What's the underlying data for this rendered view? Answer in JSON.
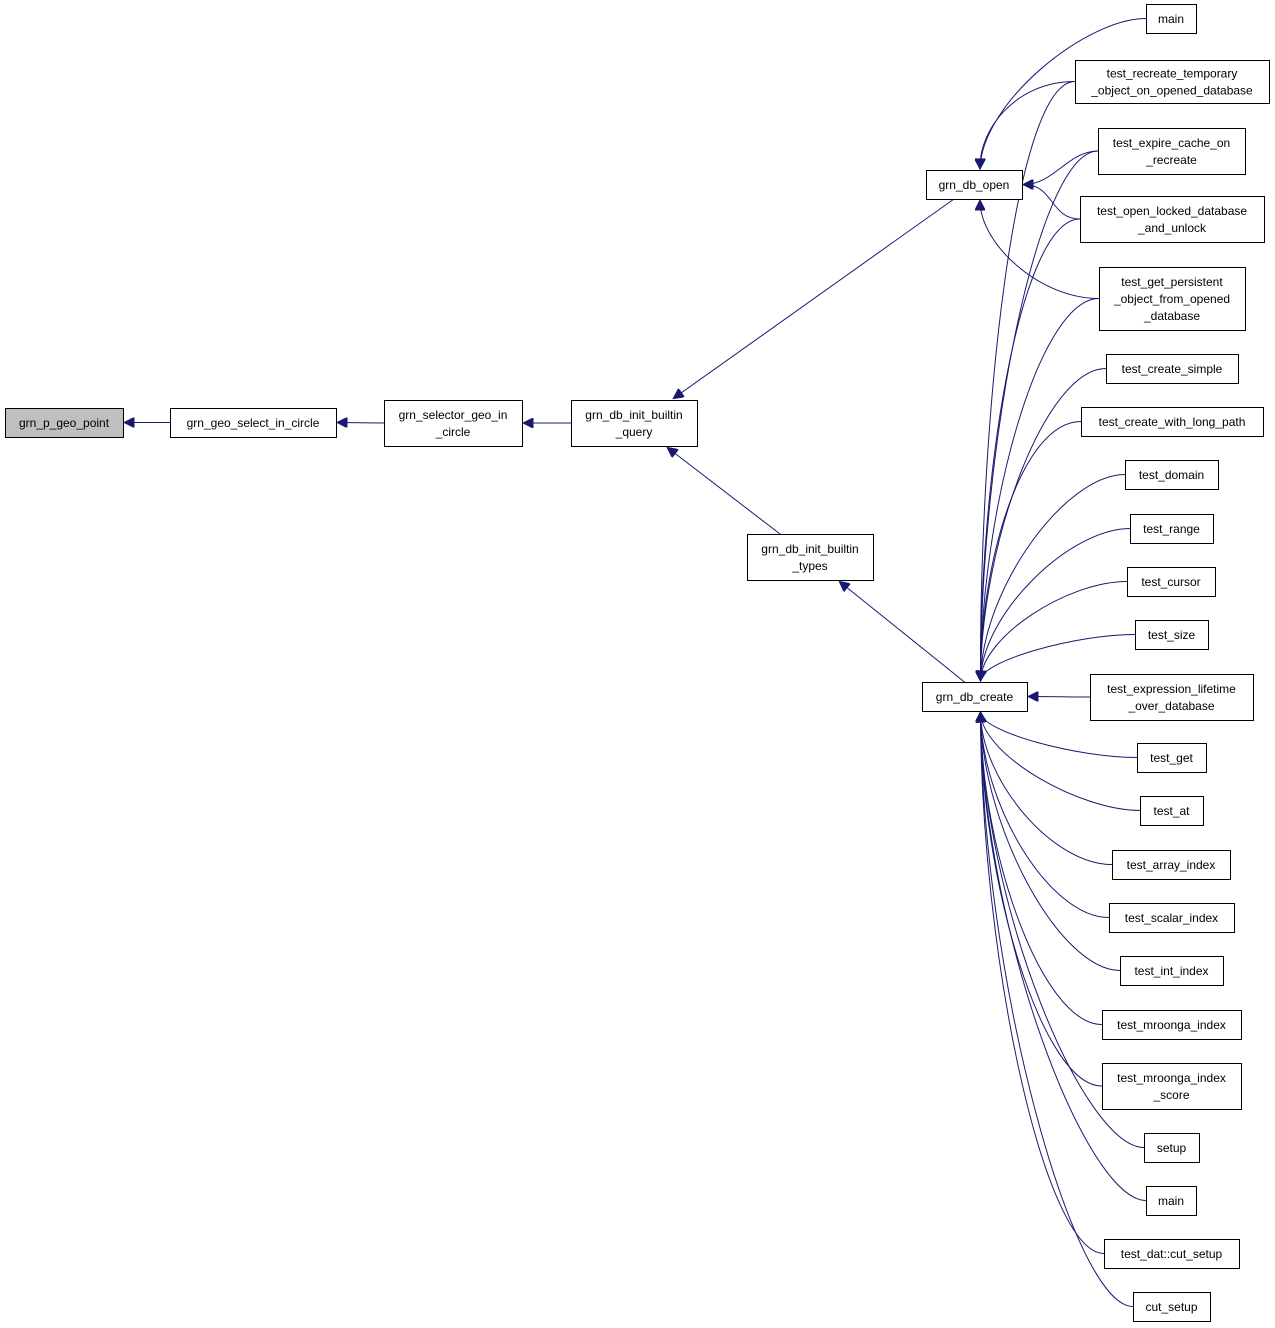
{
  "nodes": [
    {
      "id": "grn_p_geo_point",
      "lines": [
        "grn_p_geo_point"
      ],
      "focus": true
    },
    {
      "id": "grn_geo_select_in_circle",
      "lines": [
        "grn_geo_select_in_circle"
      ]
    },
    {
      "id": "grn_selector_geo_in_circle",
      "lines": [
        "grn_selector_geo_in",
        "_circle"
      ]
    },
    {
      "id": "grn_db_init_builtin_query",
      "lines": [
        "grn_db_init_builtin",
        "_query"
      ]
    },
    {
      "id": "grn_db_init_builtin_types",
      "lines": [
        "grn_db_init_builtin",
        "_types"
      ]
    },
    {
      "id": "grn_db_open",
      "lines": [
        "grn_db_open"
      ]
    },
    {
      "id": "grn_db_create",
      "lines": [
        "grn_db_create"
      ]
    },
    {
      "id": "main_1",
      "lines": [
        "main"
      ]
    },
    {
      "id": "test_recreate_temporary",
      "lines": [
        "test_recreate_temporary",
        "_object_on_opened_database"
      ]
    },
    {
      "id": "test_expire_cache_on_recreate",
      "lines": [
        "test_expire_cache_on",
        "_recreate"
      ]
    },
    {
      "id": "test_open_locked_database_and_unlock",
      "lines": [
        "test_open_locked_database",
        "_and_unlock"
      ]
    },
    {
      "id": "test_get_persistent",
      "lines": [
        "test_get_persistent",
        "_object_from_opened",
        "_database"
      ]
    },
    {
      "id": "test_create_simple",
      "lines": [
        "test_create_simple"
      ]
    },
    {
      "id": "test_create_with_long_path",
      "lines": [
        "test_create_with_long_path"
      ]
    },
    {
      "id": "test_domain",
      "lines": [
        "test_domain"
      ]
    },
    {
      "id": "test_range",
      "lines": [
        "test_range"
      ]
    },
    {
      "id": "test_cursor",
      "lines": [
        "test_cursor"
      ]
    },
    {
      "id": "test_size",
      "lines": [
        "test_size"
      ]
    },
    {
      "id": "test_expression_lifetime",
      "lines": [
        "test_expression_lifetime",
        "_over_database"
      ]
    },
    {
      "id": "test_get",
      "lines": [
        "test_get"
      ]
    },
    {
      "id": "test_at",
      "lines": [
        "test_at"
      ]
    },
    {
      "id": "test_array_index",
      "lines": [
        "test_array_index"
      ]
    },
    {
      "id": "test_scalar_index",
      "lines": [
        "test_scalar_index"
      ]
    },
    {
      "id": "test_int_index",
      "lines": [
        "test_int_index"
      ]
    },
    {
      "id": "test_mroonga_index",
      "lines": [
        "test_mroonga_index"
      ]
    },
    {
      "id": "test_mroonga_index_score",
      "lines": [
        "test_mroonga_index",
        "_score"
      ]
    },
    {
      "id": "setup",
      "lines": [
        "setup"
      ]
    },
    {
      "id": "main_2",
      "lines": [
        "main"
      ]
    },
    {
      "id": "test_dat_cut_setup",
      "lines": [
        "test_dat::cut_setup"
      ]
    },
    {
      "id": "cut_setup",
      "lines": [
        "cut_setup"
      ]
    }
  ],
  "edges": [
    {
      "from": "grn_geo_select_in_circle",
      "to": "grn_p_geo_point"
    },
    {
      "from": "grn_selector_geo_in_circle",
      "to": "grn_geo_select_in_circle"
    },
    {
      "from": "grn_db_init_builtin_query",
      "to": "grn_selector_geo_in_circle"
    },
    {
      "from": "grn_db_open",
      "to": "grn_db_init_builtin_query"
    },
    {
      "from": "grn_db_init_builtin_types",
      "to": "grn_db_init_builtin_query"
    },
    {
      "from": "grn_db_create",
      "to": "grn_db_init_builtin_types"
    },
    {
      "from": "main_1",
      "to": "grn_db_open"
    },
    {
      "from": "test_recreate_temporary",
      "to": "grn_db_open"
    },
    {
      "from": "test_expire_cache_on_recreate",
      "to": "grn_db_open"
    },
    {
      "from": "test_open_locked_database_and_unlock",
      "to": "grn_db_open"
    },
    {
      "from": "test_get_persistent",
      "to": "grn_db_open"
    },
    {
      "from": "test_recreate_temporary",
      "to": "grn_db_create"
    },
    {
      "from": "test_expire_cache_on_recreate",
      "to": "grn_db_create"
    },
    {
      "from": "test_open_locked_database_and_unlock",
      "to": "grn_db_create"
    },
    {
      "from": "test_get_persistent",
      "to": "grn_db_create"
    },
    {
      "from": "test_create_simple",
      "to": "grn_db_create"
    },
    {
      "from": "test_create_with_long_path",
      "to": "grn_db_create"
    },
    {
      "from": "test_domain",
      "to": "grn_db_create"
    },
    {
      "from": "test_range",
      "to": "grn_db_create"
    },
    {
      "from": "test_cursor",
      "to": "grn_db_create"
    },
    {
      "from": "test_size",
      "to": "grn_db_create"
    },
    {
      "from": "test_expression_lifetime",
      "to": "grn_db_create"
    },
    {
      "from": "test_get",
      "to": "grn_db_create"
    },
    {
      "from": "test_at",
      "to": "grn_db_create"
    },
    {
      "from": "test_array_index",
      "to": "grn_db_create"
    },
    {
      "from": "test_scalar_index",
      "to": "grn_db_create"
    },
    {
      "from": "test_int_index",
      "to": "grn_db_create"
    },
    {
      "from": "test_mroonga_index",
      "to": "grn_db_create"
    },
    {
      "from": "test_mroonga_index_score",
      "to": "grn_db_create"
    },
    {
      "from": "setup",
      "to": "grn_db_create"
    },
    {
      "from": "main_2",
      "to": "grn_db_create"
    },
    {
      "from": "test_dat_cut_setup",
      "to": "grn_db_create"
    },
    {
      "from": "cut_setup",
      "to": "grn_db_create"
    }
  ],
  "colors": {
    "edge": "#191970",
    "focus_fill": "#bfbfbf",
    "node_fill": "#ffffff",
    "node_border": "#000000"
  }
}
